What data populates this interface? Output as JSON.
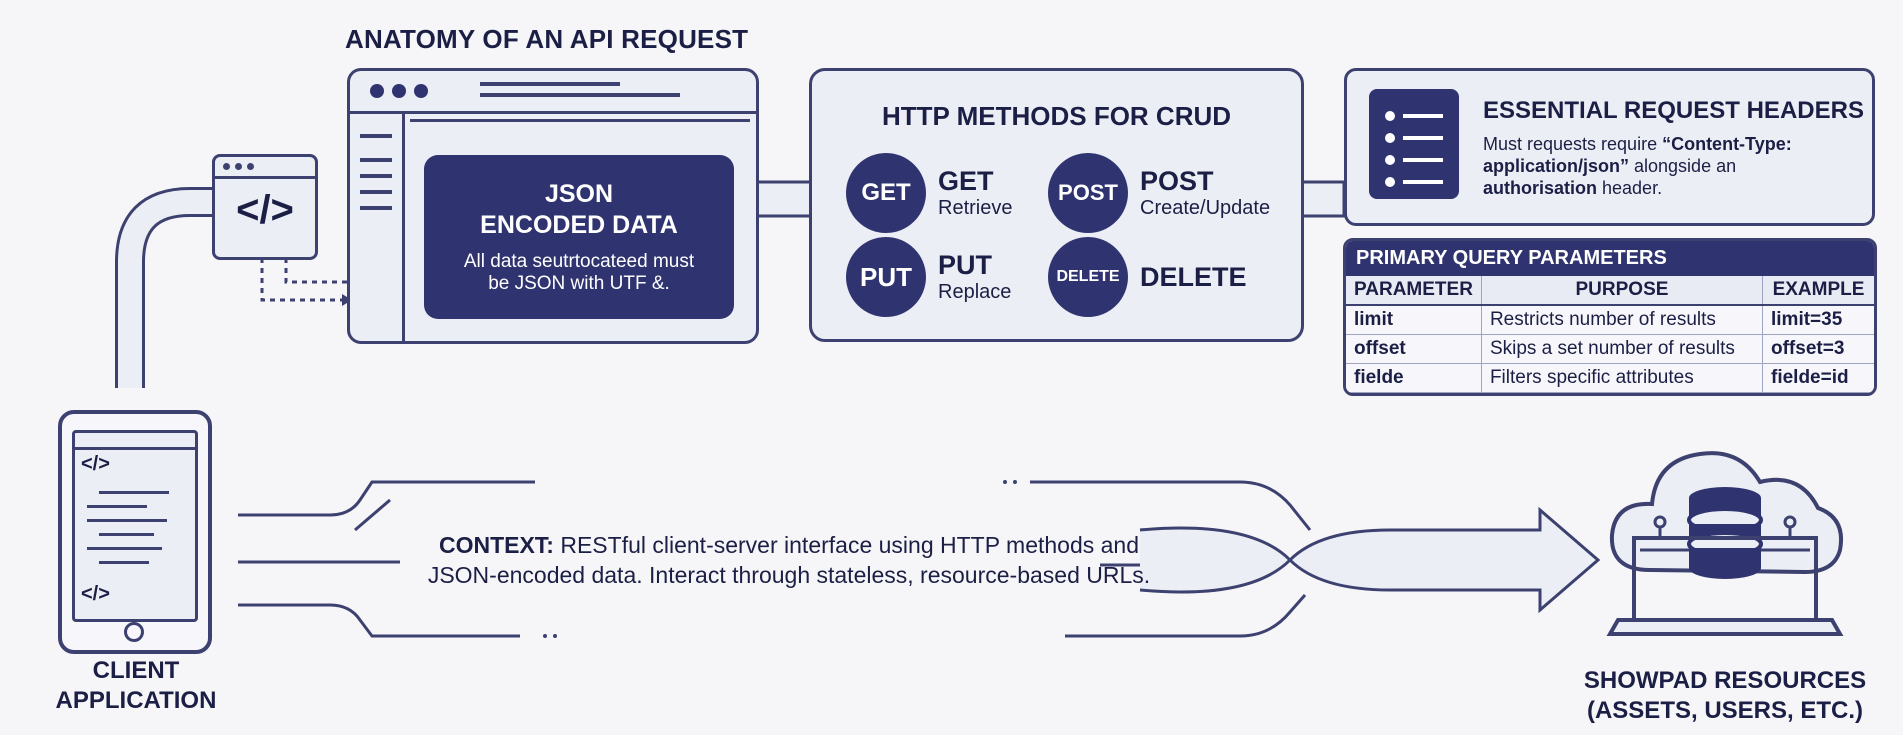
{
  "title": "ANATOMY OF AN API REQUEST",
  "json_panel": {
    "heading_line1": "JSON",
    "heading_line2": "ENCODED DATA",
    "body": "All data seutrtocateed must be JSON with UTF &."
  },
  "code_icon": "</>",
  "crud": {
    "title": "HTTP METHODS FOR CRUD",
    "methods": [
      {
        "badge": "GET",
        "name": "GET",
        "desc": "Retrieve"
      },
      {
        "badge": "POST",
        "name": "POST",
        "desc": "Create/Update"
      },
      {
        "badge": "PUT",
        "name": "PUT",
        "desc": "Replace"
      },
      {
        "badge": "DELETE",
        "name": "DELETE",
        "desc": ""
      }
    ]
  },
  "headers": {
    "title": "ESSENTIAL REQUEST HEADERS",
    "body_part1": "Must requests require ",
    "body_bold1": "“Content-Type: application/json”",
    "body_part2": " alongside an ",
    "body_bold2": "authorisation",
    "body_part3": " header."
  },
  "query": {
    "title": "PRIMARY QUERY PARAMETERS",
    "columns": [
      "PARAMETER",
      "PURPOSE",
      "EXAMPLE"
    ],
    "rows": [
      [
        "limit",
        "Restricts number of results",
        "limit=35"
      ],
      [
        "offset",
        "Skips a set number of results",
        "offset=3"
      ],
      [
        "fielde",
        "Filters specific attributes",
        "fielde=id"
      ]
    ]
  },
  "context": {
    "label": "CONTEXT:",
    "line1": " RESTful client-server interface using HTTP methods and",
    "line2": "JSON-encoded data. Interact through stateless, resource-based URLs."
  },
  "client": {
    "line1": "CLIENT",
    "line2": "APPLICATION",
    "code_icon": "</>"
  },
  "resources": {
    "line1": "SHOWPAD RESOURCES",
    "line2": "(ASSETS, USERS, ETC.)"
  },
  "colors": {
    "navy": "#2f3470",
    "outline": "#3c4170",
    "panel": "#eceef5",
    "background": "#f6f6f8"
  },
  "icons": [
    "code-icon",
    "list-icon",
    "tablet-icon",
    "cloud-server-icon",
    "arrow-right-icon"
  ]
}
